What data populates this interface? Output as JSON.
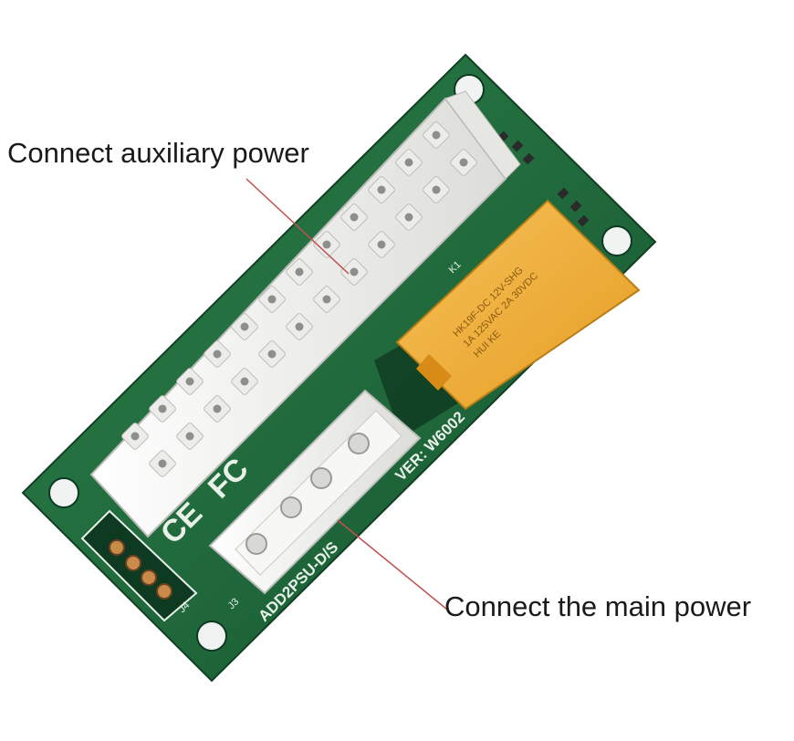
{
  "callouts": {
    "auxiliary": "Connect auxiliary power",
    "main": "Connect the main power"
  },
  "board": {
    "version": "VER: W6002",
    "model": "ADD2PSU-D/S",
    "ref_relay": "K1",
    "ref_j3": "J3",
    "ref_j4": "J4",
    "fc_mark": "FC",
    "ce_mark": "CE",
    "relay_lines": [
      "HK19F-DC 12V-SHG",
      "1A 125VAC 2A 30VDC",
      "HUI KE"
    ]
  },
  "colors": {
    "pcb": "#1f6b3c",
    "pcb_edge": "#2f8a4c",
    "connector": "#f2f2f0",
    "relay": "#f2b23a",
    "silkscreen": "#e8f0e8",
    "label_text": "#1a1a1a"
  }
}
